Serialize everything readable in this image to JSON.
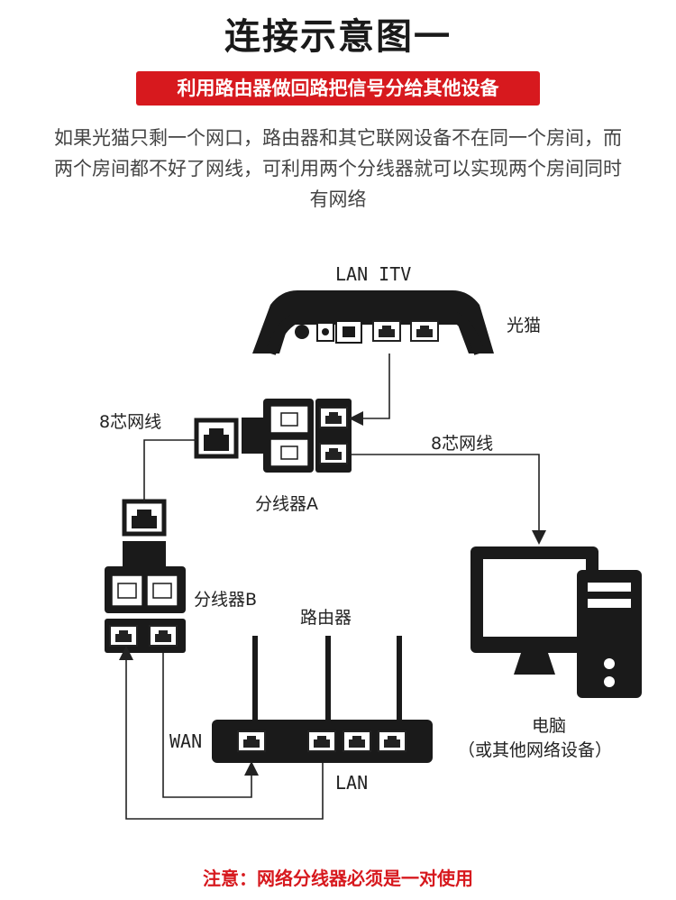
{
  "title": "连接示意图一",
  "banner": "利用路由器做回路把信号分给其他设备",
  "description": "如果光猫只剩一个网口，路由器和其它联网设备不在同一个房间，而两个房间都不好了网线，可利用两个分线器就可以实现两个房间同时有网络",
  "labels": {
    "modem_ports": "LAN ITV",
    "modem": "光猫",
    "cable_left": "8芯网线",
    "cable_right": "8芯网线",
    "splitter_a": "分线器A",
    "splitter_b": "分线器B",
    "router": "路由器",
    "wan": "WAN",
    "lan": "LAN",
    "computer_line1": "电脑",
    "computer_line2": "（或其他网络设备）"
  },
  "note": "注意：网络分线器必须是一对使用",
  "colors": {
    "accent": "#d7191e",
    "ink": "#1a1a1a"
  },
  "icons": [
    "modem-icon",
    "splitter-a-icon",
    "splitter-b-icon",
    "router-icon",
    "computer-icon",
    "rj45-port-icon"
  ]
}
